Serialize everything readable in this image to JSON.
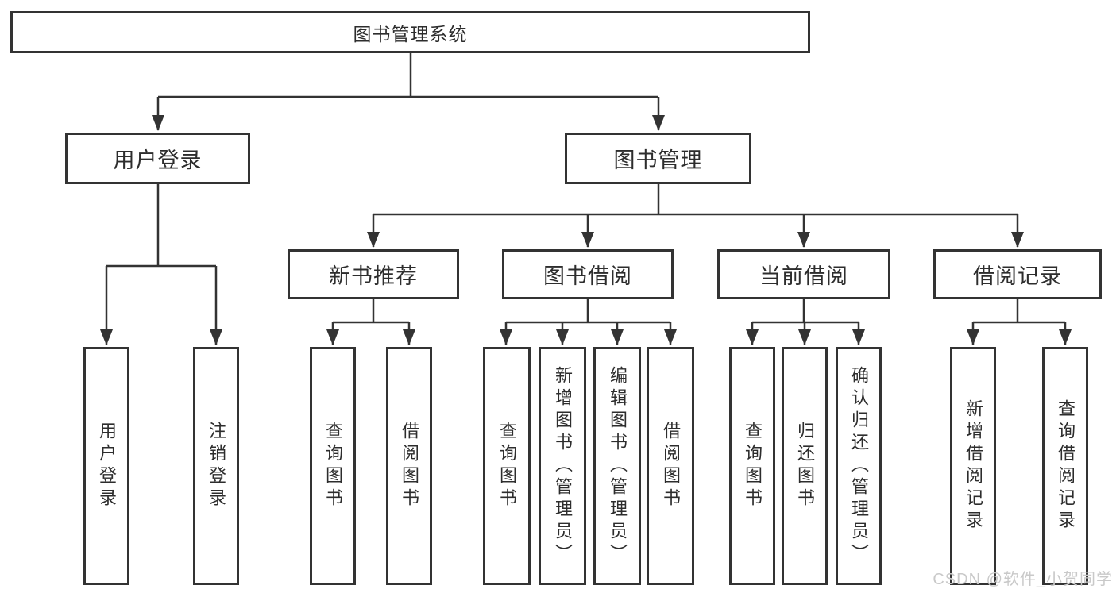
{
  "diagram": {
    "root": {
      "label": "图书管理系统"
    },
    "branches": [
      {
        "label": "用户登录",
        "children": [
          {
            "label": "用户登录"
          },
          {
            "label": "注销登录"
          }
        ]
      },
      {
        "label": "图书管理",
        "children": [
          {
            "label": "新书推荐",
            "children": [
              {
                "label": "查询图书"
              },
              {
                "label": "借阅图书"
              }
            ]
          },
          {
            "label": "图书借阅",
            "children": [
              {
                "label": "查询图书"
              },
              {
                "label": "新增图书（管理员）"
              },
              {
                "label": "编辑图书（管理员）"
              },
              {
                "label": "借阅图书"
              }
            ]
          },
          {
            "label": "当前借阅",
            "children": [
              {
                "label": "查询图书"
              },
              {
                "label": "归还图书"
              },
              {
                "label": "确认归还（管理员）"
              }
            ]
          },
          {
            "label": "借阅记录",
            "children": [
              {
                "label": "新增借阅记录"
              },
              {
                "label": "查询借阅记录"
              }
            ]
          }
        ]
      }
    ]
  },
  "watermark": {
    "text": "CSDN @软件_小贺同学"
  },
  "colors": {
    "line": "#333333",
    "box_border": "#333333",
    "box_fill": "#ffffff",
    "text": "#2d2d2d",
    "watermark": "#c9c9c9",
    "background": "#ffffff"
  }
}
